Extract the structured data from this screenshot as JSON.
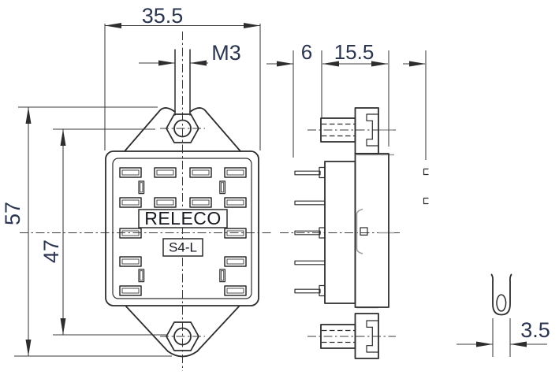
{
  "drawing": {
    "type": "technical-dimension-drawing",
    "front_view": {
      "brand_label": "RELECO",
      "model_label": "S4-L",
      "dim_body_width": "35.5",
      "dim_thread": "M3",
      "dim_overall_height": "57",
      "dim_mounting_hole_spacing": "47"
    },
    "side_view": {
      "dim_pin_length": "6",
      "dim_body_depth": "15.5"
    },
    "detail_view": {
      "dim_pin_width": "3.5"
    },
    "colors": {
      "outline": "#2d2d2d",
      "thin_line": "#3b3b3b",
      "gray_line": "#9c9c9c",
      "dimension_text": "#2b3550",
      "label_text": "#15181e",
      "background": "#ffffff"
    }
  }
}
